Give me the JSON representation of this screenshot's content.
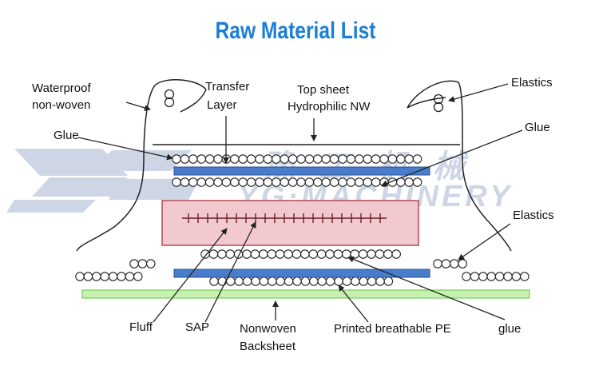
{
  "title": "Raw Material List",
  "watermark": {
    "chinese": "豫 工 机 械",
    "english": "YG·MACHINERY",
    "color": "#c9d2e4"
  },
  "colors": {
    "title": "#1a7fd4",
    "blue_layer": "#4a7ccc",
    "sap_fill": "#f2c9cf",
    "sap_stroke": "#b04a55",
    "backsheet": "#c6f2b0",
    "line": "#222222"
  },
  "labels": {
    "waterproof_1": "Waterproof",
    "waterproof_2": "non-woven",
    "transfer_1": "Transfer",
    "transfer_2": "Layer",
    "topsheet_1": "Top sheet",
    "topsheet_2": "Hydrophilic NW",
    "elastics_top": "Elastics",
    "glue_left": "Glue",
    "glue_right": "Glue",
    "elastics_mid": "Elastics",
    "fluff": "Fluff",
    "sap": "SAP",
    "nonwoven_1": "Nonwoven",
    "nonwoven_2": "Backsheet",
    "printed_pe": "Printed breathable PE",
    "glue_bottom": "glue"
  }
}
